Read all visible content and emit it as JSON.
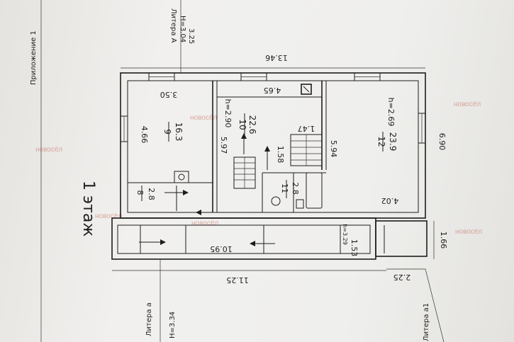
{
  "annex_label": "Приложение 1",
  "floor_label": "1 этаж",
  "liter_a_main": {
    "name": "Литера А",
    "h1": "H=3.04",
    "h2": "3.25"
  },
  "liter_a_small": {
    "name": "Литера а",
    "h": "H=3.34"
  },
  "liter_a1": {
    "name": "Литера а1"
  },
  "dimensions": {
    "top_total": "13.46",
    "left_height": "4.66",
    "room9_width": "3.50",
    "room10_width": "4.65",
    "room10_depth": "5.97",
    "room11_mid": "1.47",
    "room11_inner": "1.58",
    "room12_depth": "5.94",
    "right_height": "6.90",
    "room12_bottom": "4.02",
    "veranda_width": "10.95",
    "bottom_total": "11.25",
    "annex_width": "2.25",
    "annex_height": "1.66",
    "annex_inner": "1.53"
  },
  "rooms": [
    {
      "id": "9",
      "area": "16.3"
    },
    {
      "id": "10",
      "area": "22.6",
      "h": "h=2.90"
    },
    {
      "id": "11",
      "area": "2.8"
    },
    {
      "id": "12",
      "area": "23.9",
      "h": "h=2.69"
    },
    {
      "id": "8",
      "area": "2.8"
    }
  ],
  "annex_h": "h=3.29",
  "watermark": "новосёл"
}
